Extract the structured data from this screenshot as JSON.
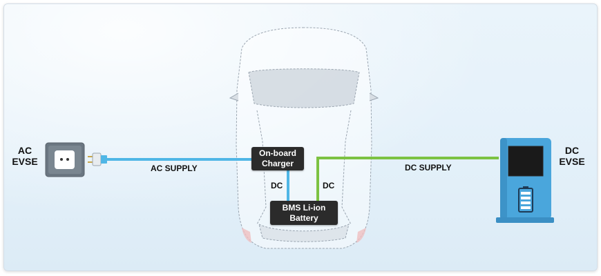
{
  "ac_evse": {
    "line1": "AC",
    "line2": "EVSE"
  },
  "dc_evse": {
    "line1": "DC",
    "line2": "EVSE"
  },
  "wires": {
    "ac_supply": "AC SUPPLY",
    "dc_supply": "DC SUPPLY",
    "dc_charger_battery": "DC",
    "dc_station_battery": "DC"
  },
  "onboard_charger": {
    "line1": "On-board",
    "line2": "Charger"
  },
  "battery": {
    "line1": "BMS Li-ion",
    "line2": "Battery"
  },
  "colors": {
    "ac_wire": "#4fb6e6",
    "dc_wire": "#7cc242",
    "station_body": "#4aa6dc",
    "socket_box": "#6a7681",
    "component_box": "#2b2b2b"
  },
  "icons": [
    "ac-socket-icon",
    "plug-icon",
    "charging-station-icon",
    "battery-icon",
    "car-outline-icon"
  ]
}
